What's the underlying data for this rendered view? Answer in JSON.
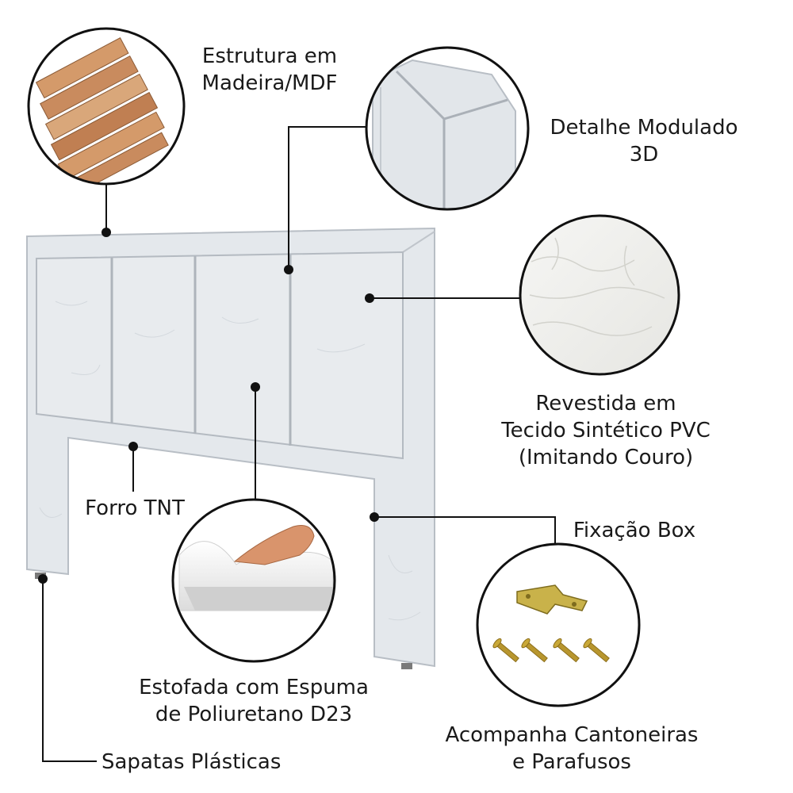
{
  "labels": {
    "estrutura": {
      "line1": "Estrutura em",
      "line2": "Madeira/MDF"
    },
    "detalhe": {
      "line1": "Detalhe Modulado",
      "line2": "3D"
    },
    "revestida": {
      "line1": "Revestida em",
      "line2": "Tecido Sintético PVC",
      "line3": "(Imitando Couro)"
    },
    "forro": {
      "line1": "Forro TNT"
    },
    "fixacao": {
      "line1": "Fixação Box"
    },
    "estofada": {
      "line1": "Estofada com Espuma",
      "line2": "de Poliuretano D23"
    },
    "acompanha": {
      "line1": "Acompanha Cantoneiras",
      "line2": "e Parafusos"
    },
    "sapatas": {
      "line1": "Sapatas Plásticas"
    }
  },
  "colors": {
    "headboard": "#e4e8ec",
    "headboard_shadow": "#c7ccd2",
    "leader_line": "#111111",
    "wood": "#c98b5e",
    "foam": "#f4f4f4",
    "bracket": "#c9b24a",
    "screw": "#b8962e"
  },
  "icons": [
    "wood-planks-icon",
    "corner-detail-icon",
    "leather-texture-icon",
    "foam-hand-icon",
    "bracket-screws-icon"
  ]
}
